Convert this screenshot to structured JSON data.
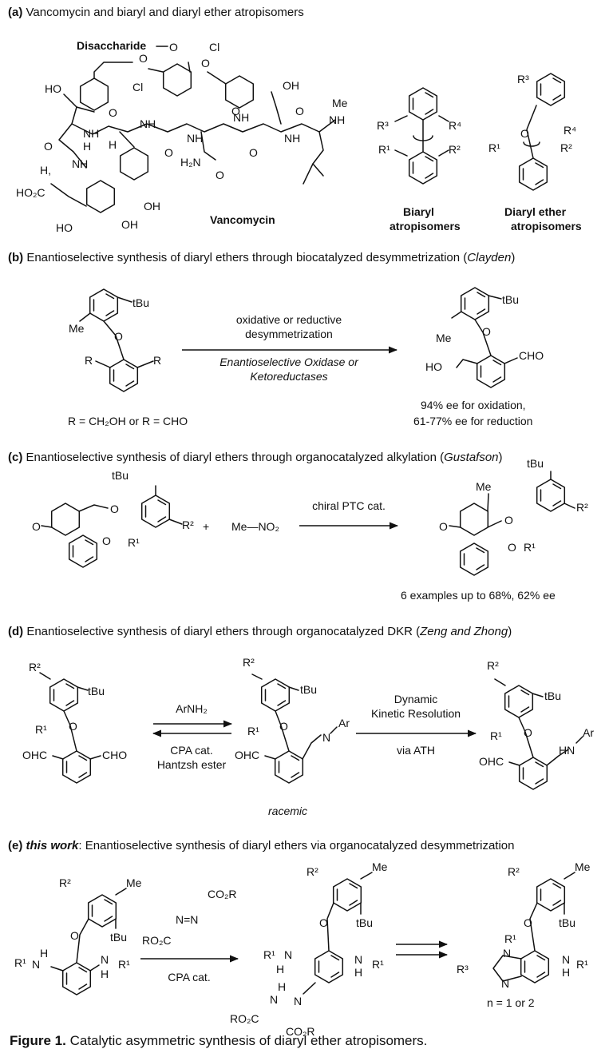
{
  "panels": {
    "a": {
      "letter": "(a)",
      "text": "Vancomycin and biaryl and diaryl ether atropisomers",
      "labels": {
        "disaccharide": "Disaccharide",
        "vancomycin": "Vancomycin",
        "biaryl_1": "Biaryl",
        "biaryl_2": "atropisomers",
        "diaryl_1": "Diaryl ether",
        "diaryl_2": "atropisomers"
      },
      "atoms": {
        "o": "O",
        "cl": "Cl",
        "ho": "HO",
        "oh": "OH",
        "nh": "NH",
        "h": "H",
        "me": "Me",
        "h2n": "H₂N",
        "ho2c": "HO₂C",
        "h2": "H,"
      },
      "groups": {
        "r1": "R¹",
        "r2": "R²",
        "r3": "R³",
        "r4": "R⁴"
      }
    },
    "b": {
      "letter": "(b)",
      "text": "Enantioselective synthesis of diaryl ethers through biocatalyzed desymmetrization (",
      "author": "Clayden",
      "close": ")",
      "conditions": {
        "line1": "oxidative or reductive",
        "line2": "desymmetrization",
        "line3": "Enantioselective Oxidase or",
        "line4": "Ketoreductases"
      },
      "substituent_def": "R = CH₂OH or R = CHO",
      "result1": "94% ee for oxidation,",
      "result2": "61-77% ee for reduction",
      "atoms": {
        "tbu": "tBu",
        "me": "Me",
        "o": "O",
        "r": "R",
        "ho": "HO",
        "cho": "CHO"
      }
    },
    "c": {
      "letter": "(c)",
      "text": "Enantioselective synthesis of diaryl ethers through organocatalyzed alkylation (",
      "author": "Gustafson",
      "close": ")",
      "plus": "+",
      "reagent": "Me—NO₂",
      "conditions": "chiral PTC cat.",
      "result": "6 examples  up to 68%, 62% ee",
      "atoms": {
        "tbu": "tBu",
        "o": "O",
        "me": "Me",
        "r1": "R¹",
        "r2": "R²"
      }
    },
    "d": {
      "letter": "(d)",
      "text": "Enantioselective synthesis of diaryl ethers through organocatalyzed DKR (",
      "author": "Zeng and Zhong",
      "close": ")",
      "cond_top": "ArNH₂",
      "cond_bot1": "CPA cat.",
      "cond_bot2": "Hantzsh ester",
      "dkr1": "Dynamic",
      "dkr2": "Kinetic Resolution",
      "dkr3": "via ATH",
      "racemic": "racemic",
      "atoms": {
        "tbu": "tBu",
        "o": "O",
        "r1": "R¹",
        "r2": "R²",
        "ohc": "OHC",
        "cho": "CHO",
        "n": "N",
        "ar": "Ar",
        "hn": "HN"
      }
    },
    "e": {
      "letter": "(e)",
      "bold_italic": "this work",
      "text": ": Enantioselective synthesis of diaryl ethers via organocatalyzed desymmetrization",
      "reagent_top": "CO₂R",
      "reagent_mid": "N=N",
      "reagent_left": "RO₂C",
      "conditions": "CPA cat.",
      "n_note": "n = 1 or 2",
      "atoms": {
        "tbu": "tBu",
        "o": "O",
        "me": "Me",
        "r1": "R¹",
        "r2": "R²",
        "r3": "R³",
        "n": "N",
        "h": "H",
        "ro2c": "RO₂C",
        "co2r": "CO₂R"
      }
    }
  },
  "caption": {
    "label": "Figure 1.",
    "text": " Catalytic asymmetric synthesis of diaryl ether atropisomers."
  }
}
